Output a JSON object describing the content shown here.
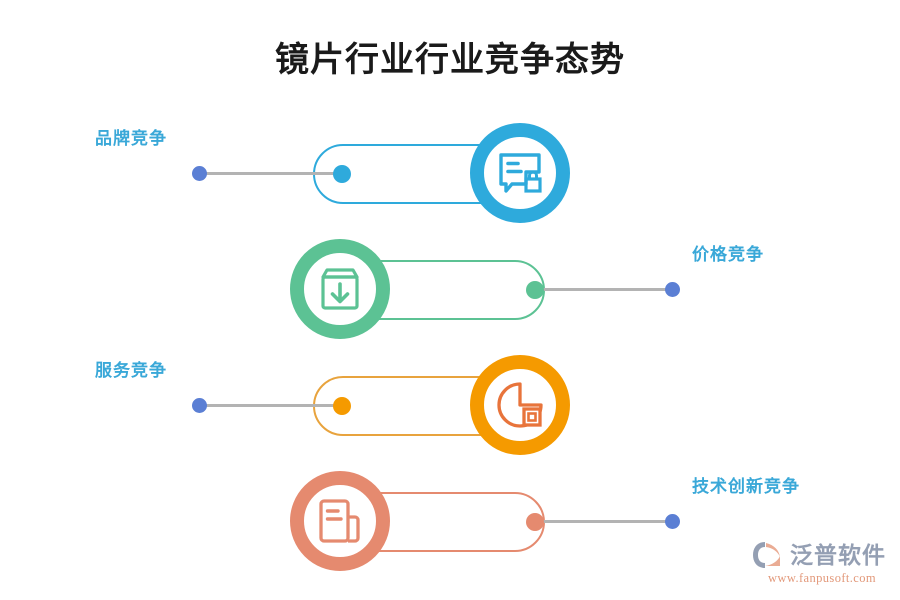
{
  "title": "镜片行业行业竞争态势",
  "colors": {
    "blue": "#2eaadc",
    "green": "#5cc294",
    "orange": "#f59a00",
    "salmon": "#e58a6f",
    "label_text": "#3aa8d8",
    "connector_line": "#b3b3b3",
    "end_dot": "#5b7fd4",
    "title_text": "#1a1a1a"
  },
  "rows": [
    {
      "label": "品牌竞争",
      "label_side": "left",
      "color": "#2eaadc",
      "icon": "message-lock-icon",
      "icon_side": "right"
    },
    {
      "label": "价格竞争",
      "label_side": "right",
      "color": "#5cc294",
      "icon": "box-download-icon",
      "icon_side": "left"
    },
    {
      "label": "服务竞争",
      "label_side": "left",
      "color": "#f59a00",
      "icon": "pie-chart-icon",
      "icon_side": "right",
      "icon_stroke": "#e8743b"
    },
    {
      "label": "技术创新竞争",
      "label_side": "right",
      "color": "#e58a6f",
      "icon": "document-icon",
      "icon_side": "left"
    }
  ],
  "watermark": {
    "brand": "泛普软件",
    "url": "www.fanpusoft.com"
  }
}
